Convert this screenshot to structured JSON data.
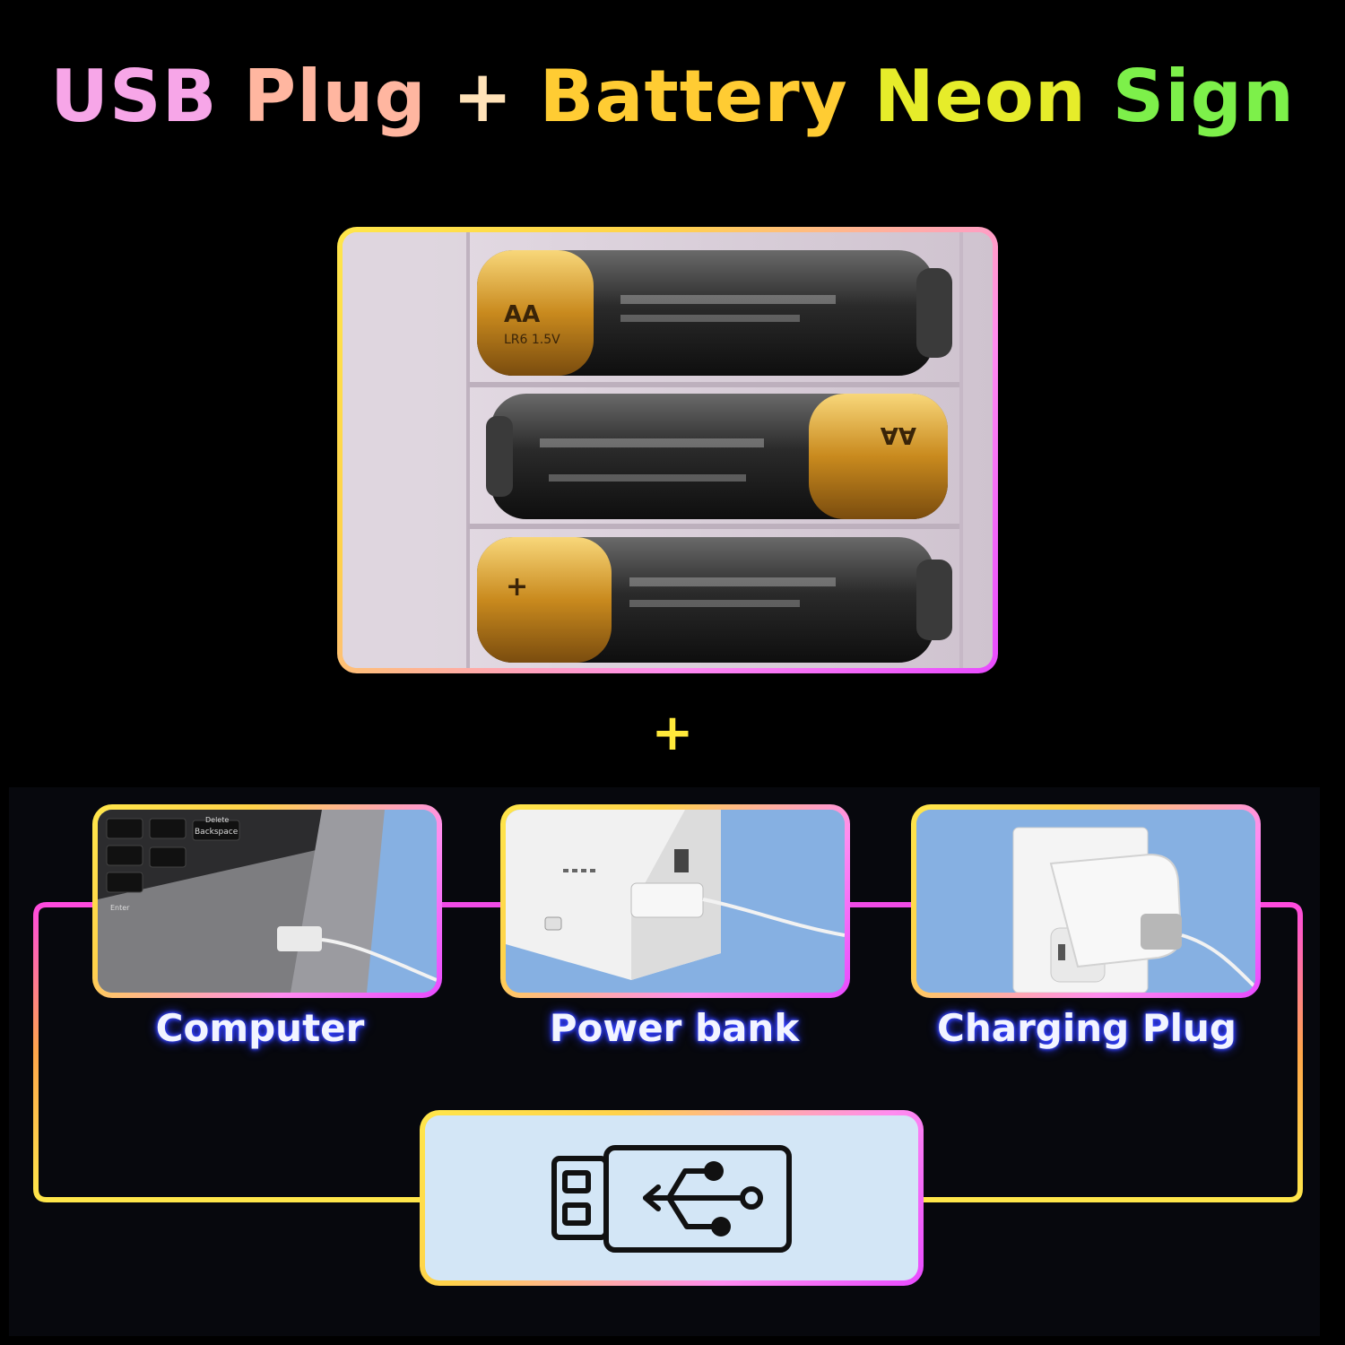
{
  "title": {
    "word1": "USB",
    "word2": "Plug",
    "plus": "+",
    "word3": "Battery",
    "word4": "Neon",
    "word5": "Sign"
  },
  "battery_photo": {
    "battery_top_text": "AA",
    "battery_top_subtext": "LR6 1.5V",
    "battery_middle_text": "AA",
    "battery_bottom_symbol": "+"
  },
  "plus_sign": "+",
  "power_sources": [
    {
      "label": "Computer",
      "photo_text_1": "Backspace",
      "photo_text_2": "Delete",
      "photo_text_3": "Enter"
    },
    {
      "label": "Power bank"
    },
    {
      "label": "Charging Plug"
    }
  ],
  "colors": {
    "background": "#000000",
    "neon_yellow": "#ffe64a",
    "neon_pink": "#ff4adf",
    "label_glow": "#2f3cff"
  },
  "icons": {
    "usb_stick": "usb-stick-icon",
    "usb_symbol": "usb-symbol-icon"
  }
}
